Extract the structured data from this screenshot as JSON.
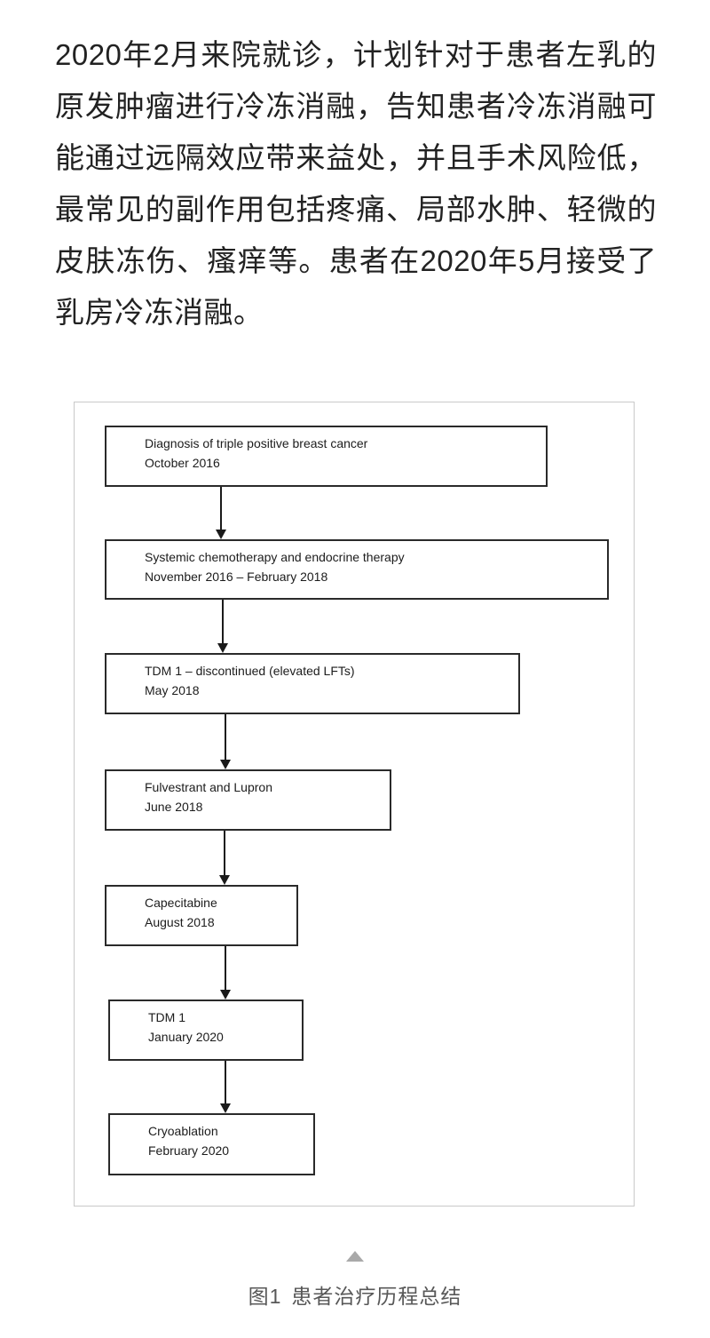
{
  "article": {
    "paragraph_lines": [
      "2020年2月来院就诊，计划针对于患者左乳的",
      "原发肿瘤进行冷冻消融，告知患者冷冻消融可",
      "能通过远隔效应带来益处，并且手术风险低，",
      "最常见的副作用包括疼痛、局部水肿、轻微的",
      "皮肤冻伤、瘙痒等。患者在2020年5月接受了",
      "乳房冷冻消融。"
    ]
  },
  "figure": {
    "boxes": [
      {
        "title": "Diagnosis of triple positive breast cancer",
        "date": "October 2016"
      },
      {
        "title": "Systemic chemotherapy and endocrine therapy",
        "date": "November 2016 – February 2018"
      },
      {
        "title": "TDM 1 – discontinued (elevated LFTs)",
        "date": "May 2018"
      },
      {
        "title": "Fulvestrant and Lupron",
        "date": "June 2018"
      },
      {
        "title": "Capecitabine",
        "date": "August 2018"
      },
      {
        "title": "TDM 1",
        "date": "January 2020"
      },
      {
        "title": "Cryoablation",
        "date": "February 2020"
      }
    ],
    "colors": {
      "frame_border": "#c9c9c9",
      "box_border": "#2a2a2a",
      "arrow": "#1a1a1a"
    }
  },
  "caption": {
    "label": "图1",
    "title": "患者治疗历程总结",
    "color": "#585858",
    "marker_color": "#a9a9a9"
  }
}
